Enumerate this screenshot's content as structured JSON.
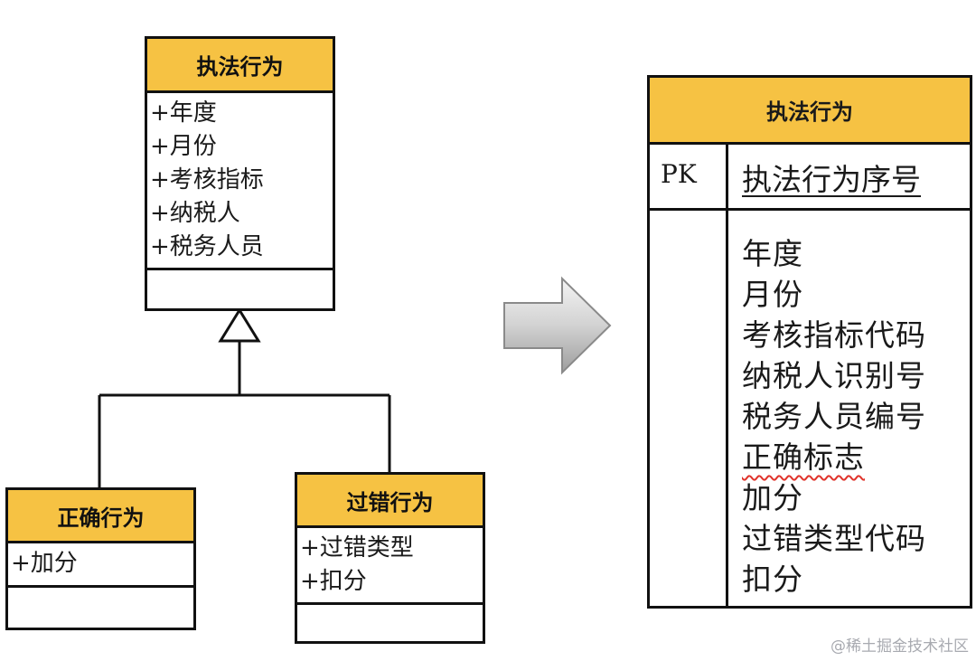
{
  "uml": {
    "parent": {
      "name": "执法行为",
      "attributes": [
        "+年度",
        "+月份",
        "+考核指标",
        "+纳税人",
        "+税务人员"
      ]
    },
    "children": [
      {
        "name": "正确行为",
        "attributes": [
          "+加分"
        ]
      },
      {
        "name": "过错行为",
        "attributes": [
          "+过错类型",
          "+扣分"
        ]
      }
    ]
  },
  "entity": {
    "name": "执法行为",
    "pk_label": "PK",
    "pk_field": "执法行为序号",
    "fields": [
      "年度",
      "月份",
      "考核指标代码",
      "纳税人识别号",
      "税务人员编号",
      "正确标志",
      "加分",
      "过错类型代码",
      "扣分"
    ],
    "flagged_field_index": 5
  },
  "colors": {
    "header_fill": "#f6c243",
    "border": "#111111",
    "spellcheck_underline": "#e0332b"
  },
  "watermark": "@稀土掘金技术社区"
}
